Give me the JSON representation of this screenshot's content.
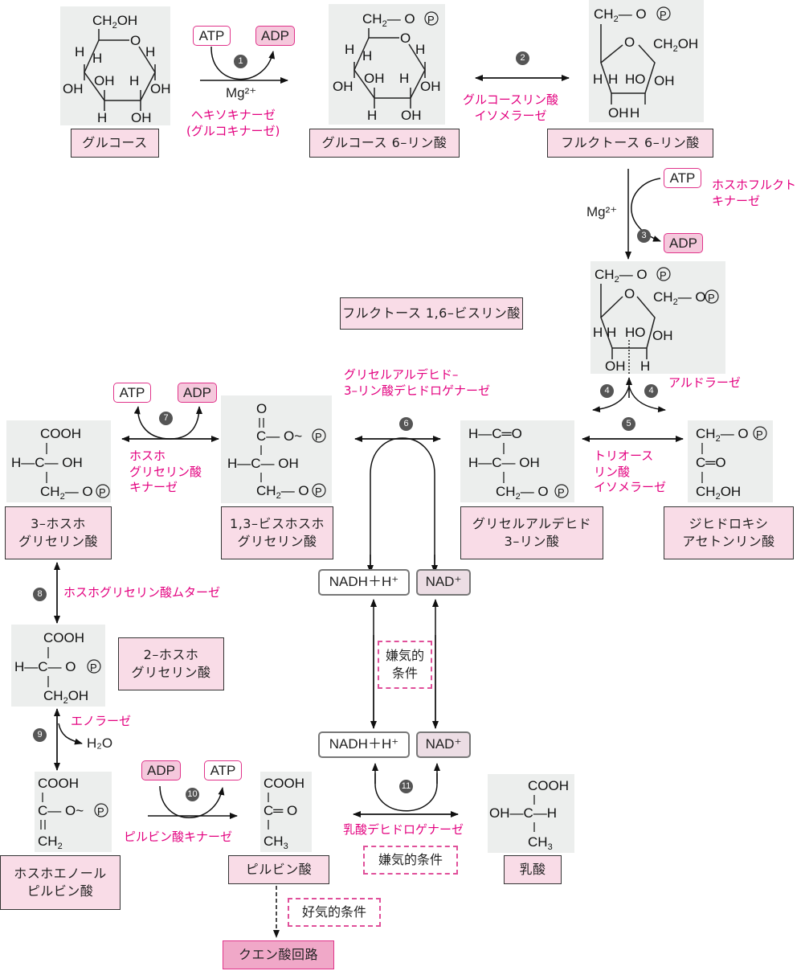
{
  "title": "解糖系",
  "colors": {
    "enzyme": "#e3007f",
    "name_box": "#f9dce7",
    "molecule_bg": "#eceeed",
    "adp_fill": "#f5c8dc",
    "tca_fill": "#f0a8c8"
  },
  "molecules": {
    "glucose": "グルコース",
    "g6p": "グルコース 6–リン酸",
    "f6p": "フルクトース 6–リン酸",
    "f16bp": "フルクトース 1,6–ビスリン酸",
    "gap": "グリセルアルデヒド\n3–リン酸",
    "dhap": "ジヒドロキシ\nアセトンリン酸",
    "bpg13": "1,3–ビスホスホ\nグリセリン酸",
    "pg3": "3–ホスホ\nグリセリン酸",
    "pg2": "2–ホスホ\nグリセリン酸",
    "pep": "ホスホエノール\nピルビン酸",
    "pyruvate": "ピルビン酸",
    "lactate": "乳酸",
    "tca": "クエン酸回路"
  },
  "enzymes": {
    "e1": "ヘキソキナーゼ\n(グルコキナーゼ)",
    "e2": "グルコースリン酸\nイソメラーゼ",
    "e3": "ホスホフルクト\nキナーゼ",
    "e4": "アルドラーゼ",
    "e5": "トリオース\nリン酸\nイソメラーゼ",
    "e6": "グリセルアルデヒド–\n3–リン酸デヒドロゲナーゼ",
    "e7": "ホスホ\nグリセリン酸\nキナーゼ",
    "e8": "ホスホグリセリン酸ムターゼ",
    "e9": "エノラーゼ",
    "e10": "ピルビン酸キナーゼ",
    "e11": "乳酸デヒドロゲナーゼ"
  },
  "steps": [
    "1",
    "2",
    "3",
    "4",
    "5",
    "6",
    "7",
    "8",
    "9",
    "10",
    "11"
  ],
  "cofactors": {
    "atp": "ATP",
    "adp": "ADP",
    "nadh": "NADH＋H⁺",
    "nad": "NAD⁺",
    "mg": "Mg²⁺",
    "h2o": "H₂O"
  },
  "conditions": {
    "anaerobic_2line": "嫌気的\n条件",
    "anaerobic": "嫌気的条件",
    "aerobic": "好気的条件"
  },
  "formula": {
    "ch2oh": "CH₂OH",
    "ch2op": "CH₂–O℗",
    "o": "O",
    "h": "H",
    "oh": "OH",
    "ho": "HO",
    "cooh": "COOH",
    "ch2": "CH₂",
    "ch3": "CH₃",
    "c": "C",
    "p": "P"
  }
}
